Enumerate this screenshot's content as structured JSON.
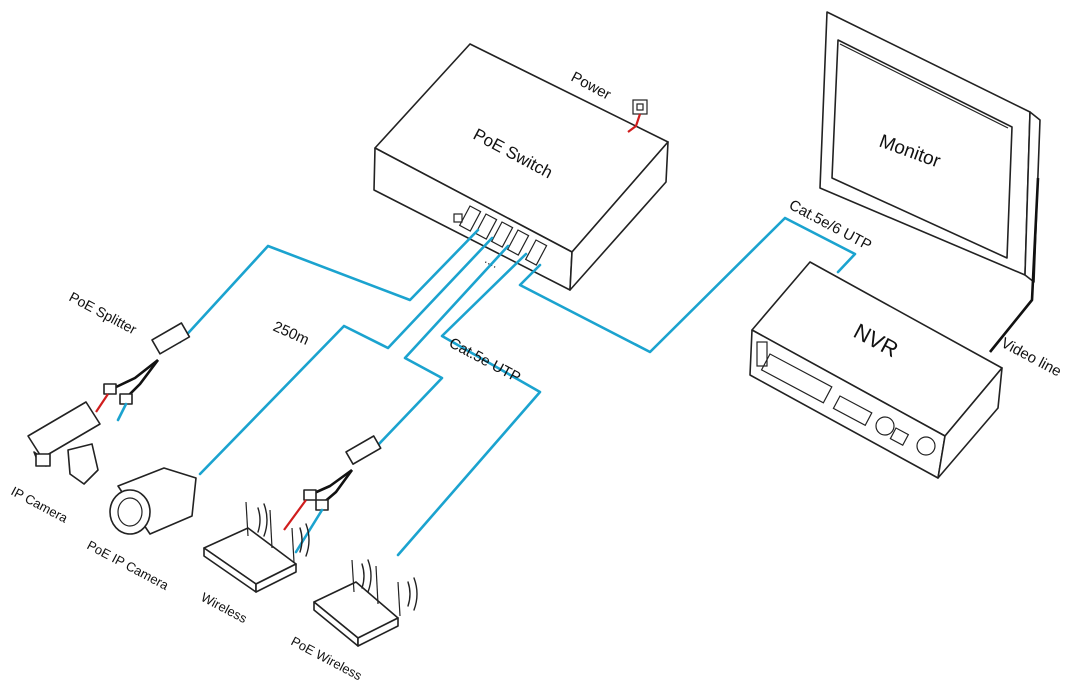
{
  "labels": {
    "poe_switch": "PoE Switch",
    "power": "Power",
    "monitor": "Monitor",
    "nvr": "NVR",
    "cat5e6": "Cat.5e/6 UTP",
    "video_line": "Video line",
    "cat5e": "Cat.5e UTP",
    "distance": "250m",
    "poe_splitter": "PoE Splitter",
    "ip_camera": "IP Camera",
    "poe_ip_camera": "PoE IP Camera",
    "wireless": "Wireless",
    "poe_wireless": "PoE Wireless",
    "ellipsis": "...."
  },
  "colors": {
    "cable": "#1ba3cf",
    "power_cable": "#d01d1d",
    "video_cable": "#111111"
  }
}
